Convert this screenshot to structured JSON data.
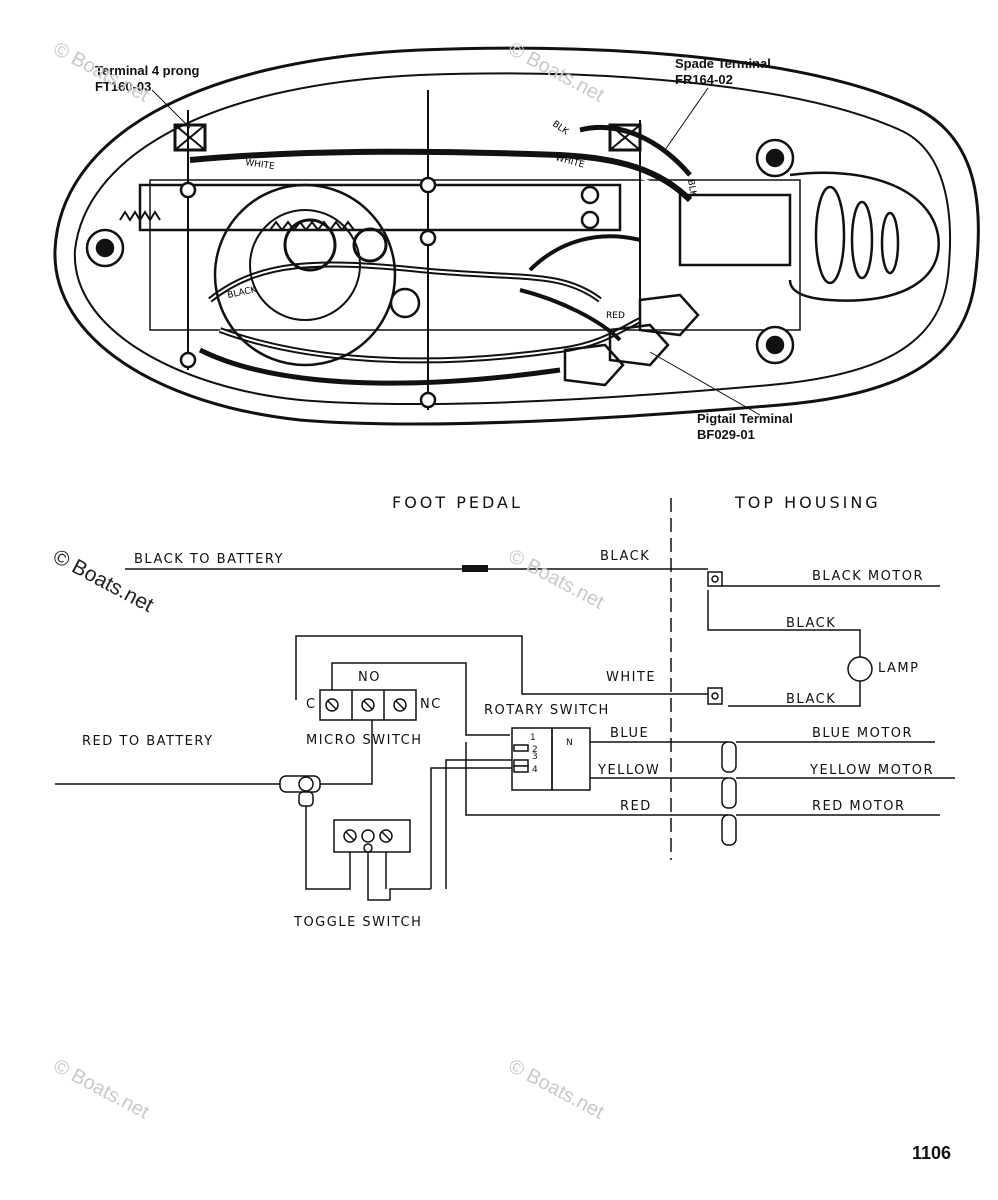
{
  "watermark": "© Boats.net",
  "page_number": "1106",
  "callouts": {
    "terminal_4_prong": {
      "line1": "Terminal 4 prong",
      "line2": "FT160-03"
    },
    "spade_terminal": {
      "line1": "Spade Terminal",
      "line2": "FR164-02"
    },
    "pigtail_terminal": {
      "line1": "Pigtail Terminal",
      "line2": "BF029-01"
    }
  },
  "drawing_labels": {
    "white_1": "WHITE",
    "white_2": "WHITE",
    "blk": "BLK",
    "black": "BLACK",
    "red": "RED",
    "blk2": "BLK"
  },
  "schematic": {
    "section_foot_pedal": "FOOT PEDAL",
    "section_top_housing": "TOP HOUSING",
    "black_to_battery": "BLACK TO BATTERY",
    "red_to_battery": "RED TO BATTERY",
    "black_1": "BLACK",
    "black_motor": "BLACK MOTOR",
    "black_2": "BLACK",
    "black_3": "BLACK",
    "lamp": "LAMP",
    "white": "WHITE",
    "rotary_switch": "ROTARY SWITCH",
    "micro_switch": "MICRO SWITCH",
    "toggle_switch": "TOGGLE SWITCH",
    "blue": "BLUE",
    "yellow": "YELLOW",
    "red": "RED",
    "blue_motor": "BLUE MOTOR",
    "yellow_motor": "YELLOW MOTOR",
    "red_motor": "RED MOTOR",
    "c": "C",
    "no": "NO",
    "nc": "NC",
    "r1": "1",
    "r2": "2",
    "r3": "3",
    "r4": "4",
    "rn": "N"
  }
}
